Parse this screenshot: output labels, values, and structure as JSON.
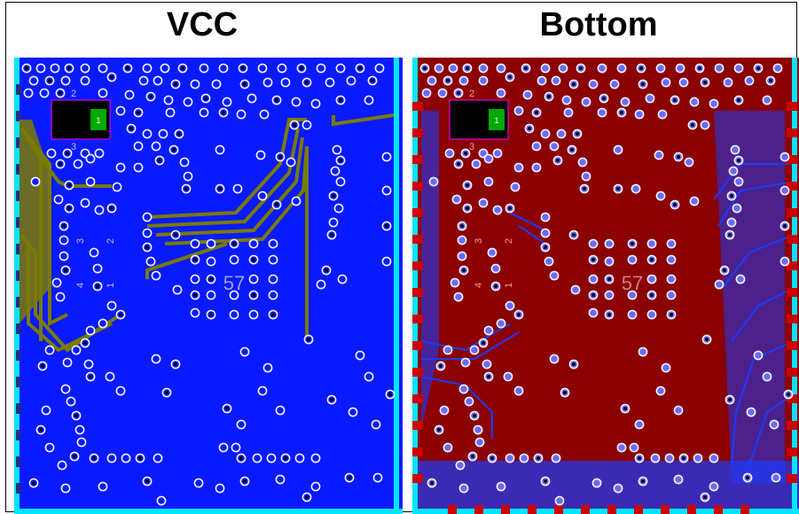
{
  "panels": [
    {
      "id": "vcc",
      "title": "VCC",
      "fill": "#0a1aff",
      "pad_fill": "#ffffff",
      "pad_ring": "#0a1aff"
    },
    {
      "id": "bottom",
      "title": "Bottom",
      "fill": "#8b0000",
      "pad_fill": "#ffffff",
      "pad_ring": "#6a6aff"
    }
  ],
  "board_labels": {
    "component_number": "57",
    "connector_pin_top": "2",
    "connector_pin_bottom": "3",
    "connector_pin_one": "1",
    "jumper_labels": [
      "3",
      "2",
      "4",
      "1"
    ]
  },
  "colors": {
    "trace_olive": "#7a7a00",
    "edge_cyan": "#00e5ff",
    "connector_green": "#00aa00",
    "bottom_trace_blue": "#1a3cff",
    "edge_pad_red": "#cc0000"
  }
}
